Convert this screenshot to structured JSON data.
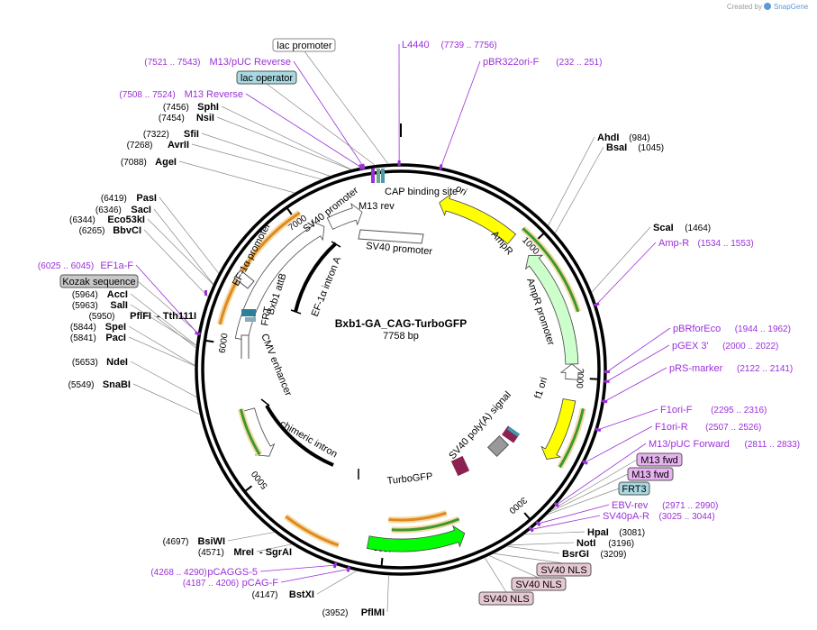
{
  "watermark": {
    "prefix": "Created by",
    "brand": "SnapGene"
  },
  "plasmid": {
    "name": "Bxb1-GA_CAG-TurboGFP",
    "size_label": "7758 bp",
    "length": 7758
  },
  "ticks": [
    {
      "pos": 1000,
      "label": "1000"
    },
    {
      "pos": 2000,
      "label": "2000"
    },
    {
      "pos": 3000,
      "label": "3000"
    },
    {
      "pos": 4000,
      "label": "4000"
    },
    {
      "pos": 5000,
      "label": "5000"
    },
    {
      "pos": 6000,
      "label": "6000"
    },
    {
      "pos": 7000,
      "label": "7000"
    }
  ],
  "colors": {
    "primer": "#9b30d9",
    "promoter": "#ffffff",
    "ori": "#ffff00",
    "ampr": "#ccffcc",
    "turbogfp": "#00ff00",
    "enhancer": "#ffffff",
    "primer_bind_highlight": "#e6b3f0",
    "nls": "#e6c8d2",
    "frt": "#a8d8e0",
    "kozak": "#c8c8c8"
  },
  "top_labels": {
    "lac_promoter": "lac promoter",
    "lac_operator": "lac operator",
    "kozak": "Kozak sequence",
    "m13_fwd_1": "M13 fwd",
    "m13_fwd_2": "M13 fwd",
    "frt3": "FRT3",
    "sv40_nls_1": "SV40 NLS",
    "sv40_nls_2": "SV40 NLS",
    "sv40_nls_3": "SV40 NLS"
  },
  "enzymes_left": [
    {
      "pos": "(7456)",
      "name": "SphI"
    },
    {
      "pos": "(7454)",
      "name": "NsiI"
    },
    {
      "pos": "(7322)",
      "name": "SfiI"
    },
    {
      "pos": "(7268)",
      "name": "AvrII"
    },
    {
      "pos": "(7088)",
      "name": "AgeI"
    },
    {
      "pos": "(6419)",
      "name": "PasI"
    },
    {
      "pos": "(6346)",
      "name": "SacI"
    },
    {
      "pos": "(6344)",
      "name": "Eco53kI"
    },
    {
      "pos": "(6265)",
      "name": "BbvCI"
    },
    {
      "pos": "(5964)",
      "name": "AccI"
    },
    {
      "pos": "(5963)",
      "name": "SalI"
    },
    {
      "pos": "(5950)",
      "name": "PflFI",
      "extra": "- Tth111I"
    },
    {
      "pos": "(5844)",
      "name": "SpeI"
    },
    {
      "pos": "(5841)",
      "name": "PacI"
    },
    {
      "pos": "(5653)",
      "name": "NdeI"
    },
    {
      "pos": "(5549)",
      "name": "SnaBI"
    },
    {
      "pos": "(4697)",
      "name": "BsiWI"
    },
    {
      "pos": "(4571)",
      "name": "MreI",
      "extra": "- SgrAI"
    },
    {
      "pos": "(4147)",
      "name": "BstXI"
    },
    {
      "pos": "(3952)",
      "name": "PflMI"
    }
  ],
  "enzymes_right": [
    {
      "name": "AhdI",
      "pos": "(984)"
    },
    {
      "name": "BsaI",
      "pos": "(1045)"
    },
    {
      "name": "ScaI",
      "pos": "(1464)"
    },
    {
      "name": "HpaI",
      "pos": "(3081)"
    },
    {
      "name": "NotI",
      "pos": "(3196)"
    },
    {
      "name": "BsrGI",
      "pos": "(3209)"
    }
  ],
  "primers_left": [
    {
      "pos": "(7521 .. 7543)",
      "name": "M13/pUC Reverse"
    },
    {
      "pos": "(7508 .. 7524)",
      "name": "M13 Reverse"
    },
    {
      "pos": "(6025 .. 6045)",
      "name": "EF1a-F"
    },
    {
      "pos": "(4268 .. 4290)",
      "name": "pCAGGS-5"
    },
    {
      "pos": "(4187 .. 4206)",
      "name": "pCAG-F"
    }
  ],
  "primers_right": [
    {
      "name": "L4440",
      "pos": "(7739 .. 7756)"
    },
    {
      "name": "pBR322ori-F",
      "pos": "(232 .. 251)"
    },
    {
      "name": "Amp-R",
      "pos": "(1534 .. 1553)"
    },
    {
      "name": "pBRforEco",
      "pos": "(1944 .. 1962)"
    },
    {
      "name": "pGEX 3'",
      "pos": "(2000 .. 2022)"
    },
    {
      "name": "pRS-marker",
      "pos": "(2122 .. 2141)"
    },
    {
      "name": "F1ori-F",
      "pos": "(2295 .. 2316)"
    },
    {
      "name": "F1ori-R",
      "pos": "(2507 .. 2526)"
    },
    {
      "name": "M13/pUC Forward",
      "pos": "(2811 .. 2833)"
    },
    {
      "name": "EBV-rev",
      "pos": "(2971 .. 2990)"
    },
    {
      "name": "SV40pA-R",
      "pos": "(3025 .. 3044)"
    }
  ],
  "features": [
    {
      "name": "ori",
      "start": 280,
      "end": 870,
      "r": 190,
      "color": "#ffff00",
      "dir": "rev",
      "label": "ori"
    },
    {
      "name": "AmpR",
      "start": 1040,
      "end": 1900,
      "r": 190,
      "color": "#ccffcc",
      "dir": "rev",
      "label": "AmpR"
    },
    {
      "name": "AmpR promoter",
      "start": 1900,
      "end": 2010,
      "r": 190,
      "color": "#ffffff",
      "dir": "rev",
      "label": "AmpR promoter"
    },
    {
      "name": "f1 ori",
      "start": 2160,
      "end": 2620,
      "r": 190,
      "color": "#ffff00",
      "dir": "fwd",
      "label": "f1 ori"
    },
    {
      "name": "TurboGFP",
      "start": 3420,
      "end": 4110,
      "r": 195,
      "color": "#00ff00",
      "dir": "rev",
      "label": "TurboGFP"
    },
    {
      "name": "CMV enhancer",
      "start": 5100,
      "end": 5500,
      "r": 175,
      "color": "#ffffff",
      "dir": "rev",
      "label": "CMV enhancer"
    },
    {
      "name": "EF-1a promoter",
      "start": 6050,
      "end": 7150,
      "r": 180,
      "color": "#ffffff",
      "dir": "fwd",
      "label": "EF-1α promoter"
    },
    {
      "name": "SV40 promoter",
      "start": 7200,
      "end": 7460,
      "r": 180,
      "color": "#ffffff",
      "dir": "fwd",
      "label": "SV40 promoter"
    }
  ],
  "inner_labels": {
    "cap": "CAP binding site",
    "m13rev": "M13 rev",
    "sv40promoter2": "SV40 promoter",
    "ef1_intron": "EF-1α intron A",
    "bxb1": "Bxb1 attB",
    "frt": "FRT",
    "chimeric": "chimeric intron",
    "sv40polya": "SV40 poly(A) signal",
    "cmv": "CMV enhancer"
  }
}
